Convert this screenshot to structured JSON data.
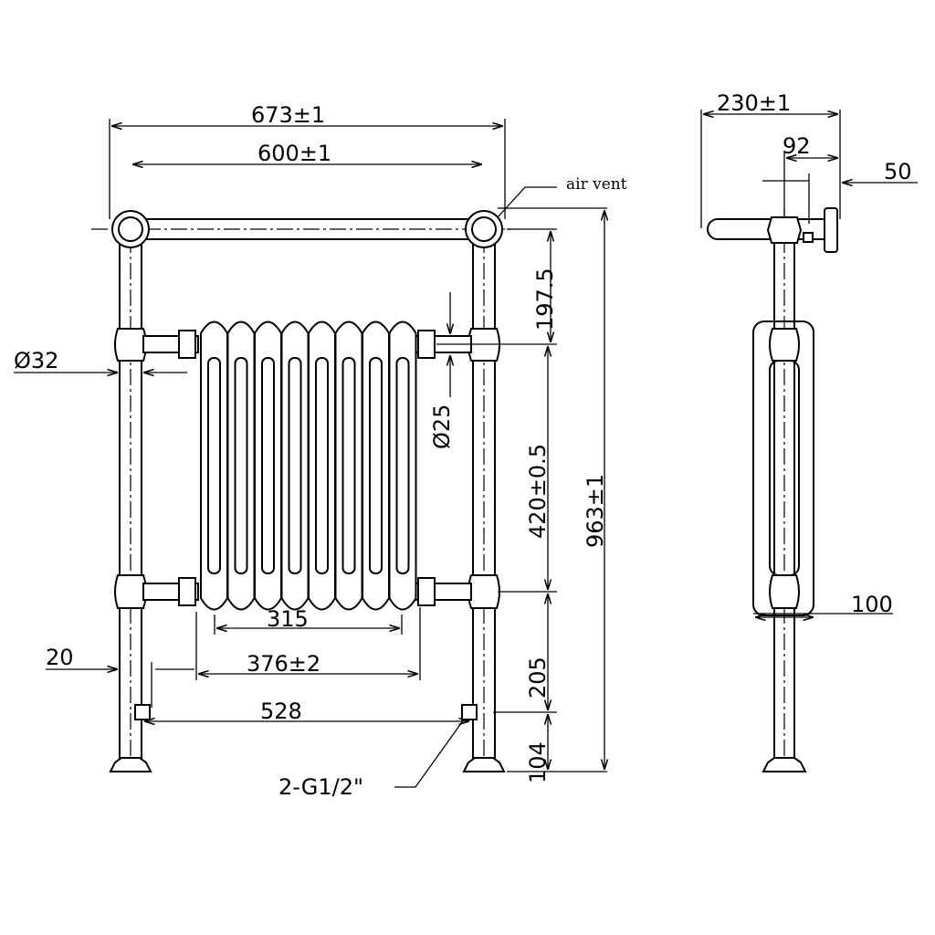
{
  "title": "Traditional towel radiator dimension drawing",
  "front_view": {
    "overall_width": "673±1",
    "rail_centers": "600±1",
    "air_vent": "air vent",
    "post_diameter": "Ø32",
    "pipe_diameter": "Ø25",
    "top_to_upper_valve": "197.5",
    "valve_centers": "420±0.5",
    "overall_height": "963±1",
    "radiator_core_width": "315",
    "radiator_width": "376±2",
    "offset": "20",
    "lower_valve_to_inlet": "205",
    "inlet_centers": "528",
    "inlet_height": "104",
    "connection": "2-G1/2\""
  },
  "side_view": {
    "overall_depth": "230±1",
    "depth_92": "92",
    "wall_50": "50",
    "radiator_depth": "100"
  }
}
